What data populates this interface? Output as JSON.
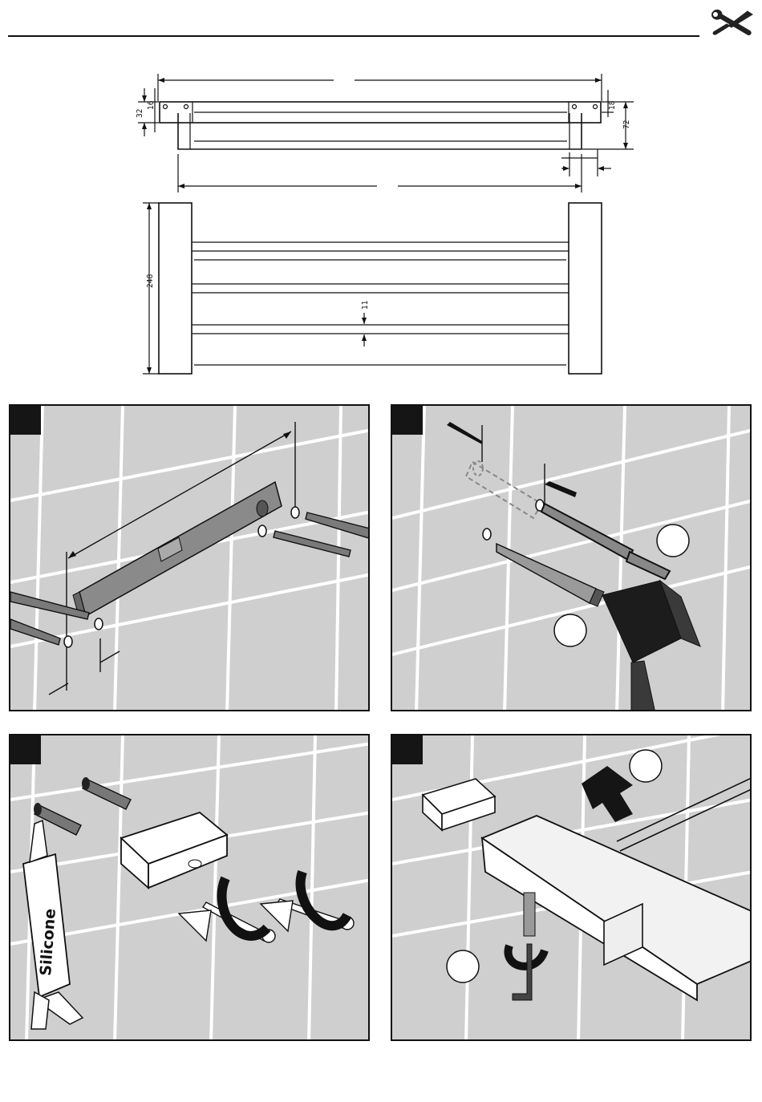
{
  "header": {
    "icon": "tools-icon"
  },
  "dimensions": {
    "d1": "16",
    "d2": "32",
    "d3": "18",
    "d4": "72",
    "d5": "248",
    "d6": "11"
  },
  "steps": [
    {
      "icon": "spirit-level-marking-icon"
    },
    {
      "icon": "drill-hammer-icon"
    },
    {
      "icon": "wall-plug-screw-icon",
      "tube_label": "Silicone"
    },
    {
      "icon": "bracket-mount-icon"
    }
  ],
  "colors": {
    "panel_bg": "#cfcfcf",
    "tile_grout": "#ffffff",
    "ink": "#111111",
    "tab": "#151515"
  }
}
